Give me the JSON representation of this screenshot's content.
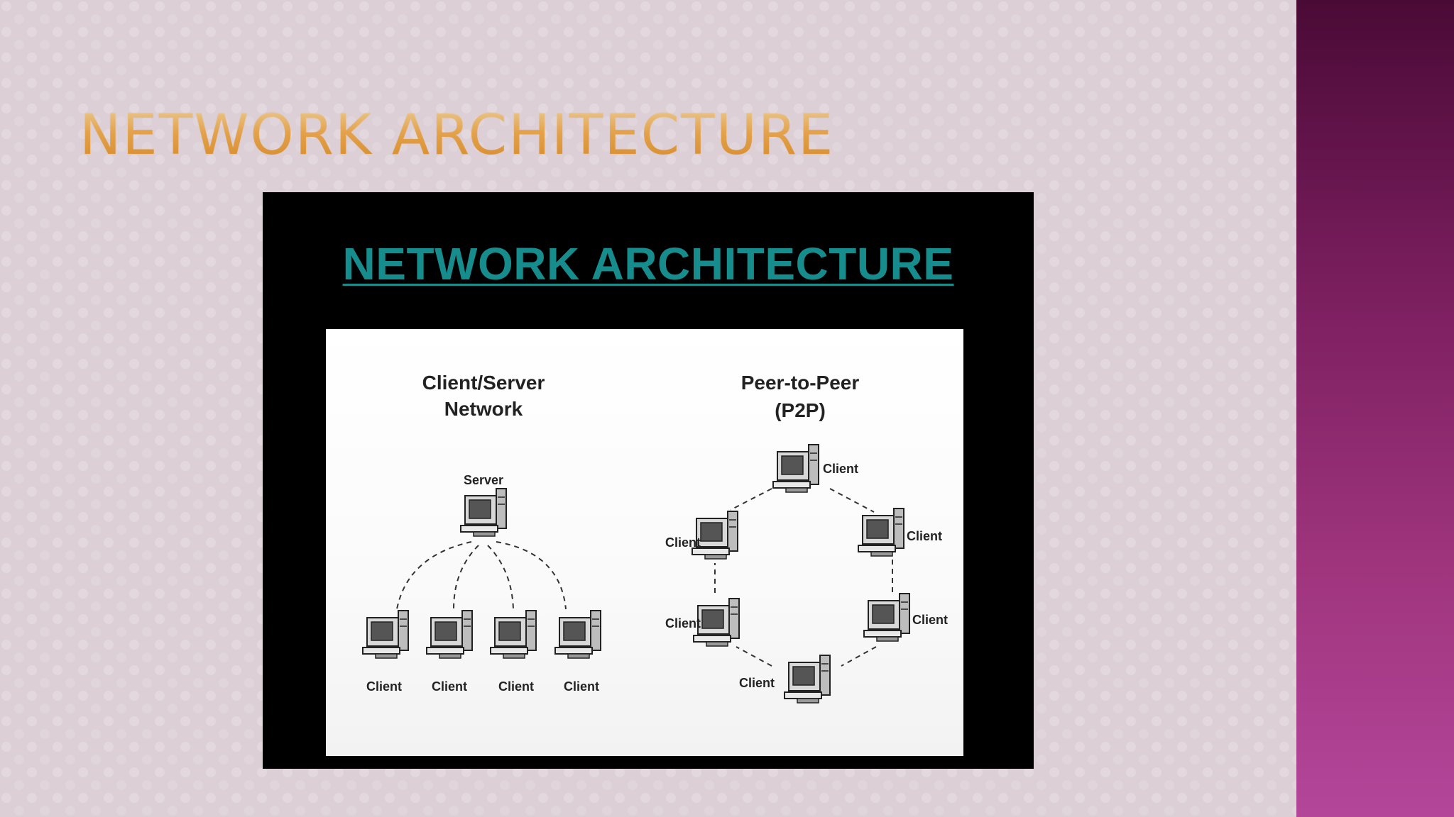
{
  "slide": {
    "title": "NETWORK ARCHITECTURE"
  },
  "embedded_image": {
    "title": "NETWORK ARCHITECTURE",
    "client_server": {
      "heading_line1": "Client/Server",
      "heading_line2": "Network",
      "server_label": "Server",
      "client_labels": [
        "Client",
        "Client",
        "Client",
        "Client"
      ]
    },
    "peer_to_peer": {
      "heading_line1": "Peer-to-Peer",
      "heading_line2": "(P2P)",
      "client_labels": [
        "Client",
        "Client",
        "Client",
        "Client",
        "Client",
        "Client"
      ]
    }
  },
  "colors": {
    "slide_title": "#f2b35a",
    "embedded_title": "#168c8c",
    "side_bar": "#8a2a6c"
  },
  "icons": [
    "computer-icon"
  ]
}
